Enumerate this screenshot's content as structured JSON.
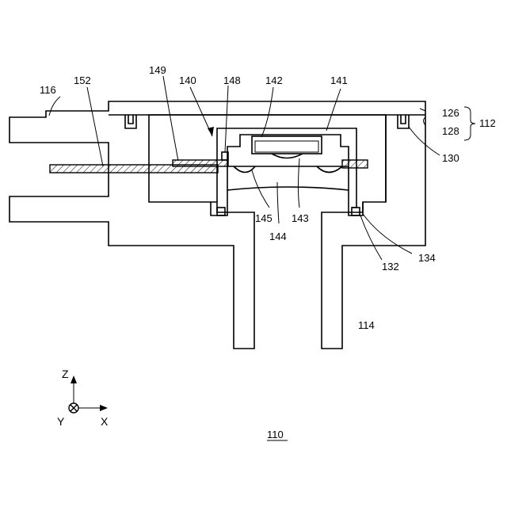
{
  "labels": {
    "l116": "116",
    "l152": "152",
    "l149": "149",
    "l140": "140",
    "l148": "148",
    "l142": "142",
    "l141": "141",
    "l126": "126",
    "l128": "128",
    "l112": "112",
    "l130": "130",
    "l145": "145",
    "l143": "143",
    "l144": "144",
    "l132": "132",
    "l134": "134",
    "l114": "114",
    "l110": "110"
  },
  "axes": {
    "z": "Z",
    "y": "Y",
    "x": "X"
  }
}
